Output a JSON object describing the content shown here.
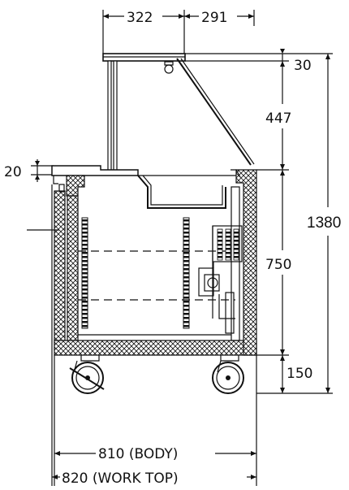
{
  "dimensions": {
    "top_left_width": "322",
    "top_right_width": "291",
    "shelf_thickness": "30",
    "glass_height": "447",
    "body_height": "750",
    "base_height": "150",
    "total_height": "1380",
    "worktop_step": "20",
    "body_width": "810 (BODY)",
    "worktop_width": "820 (WORK TOP)"
  }
}
